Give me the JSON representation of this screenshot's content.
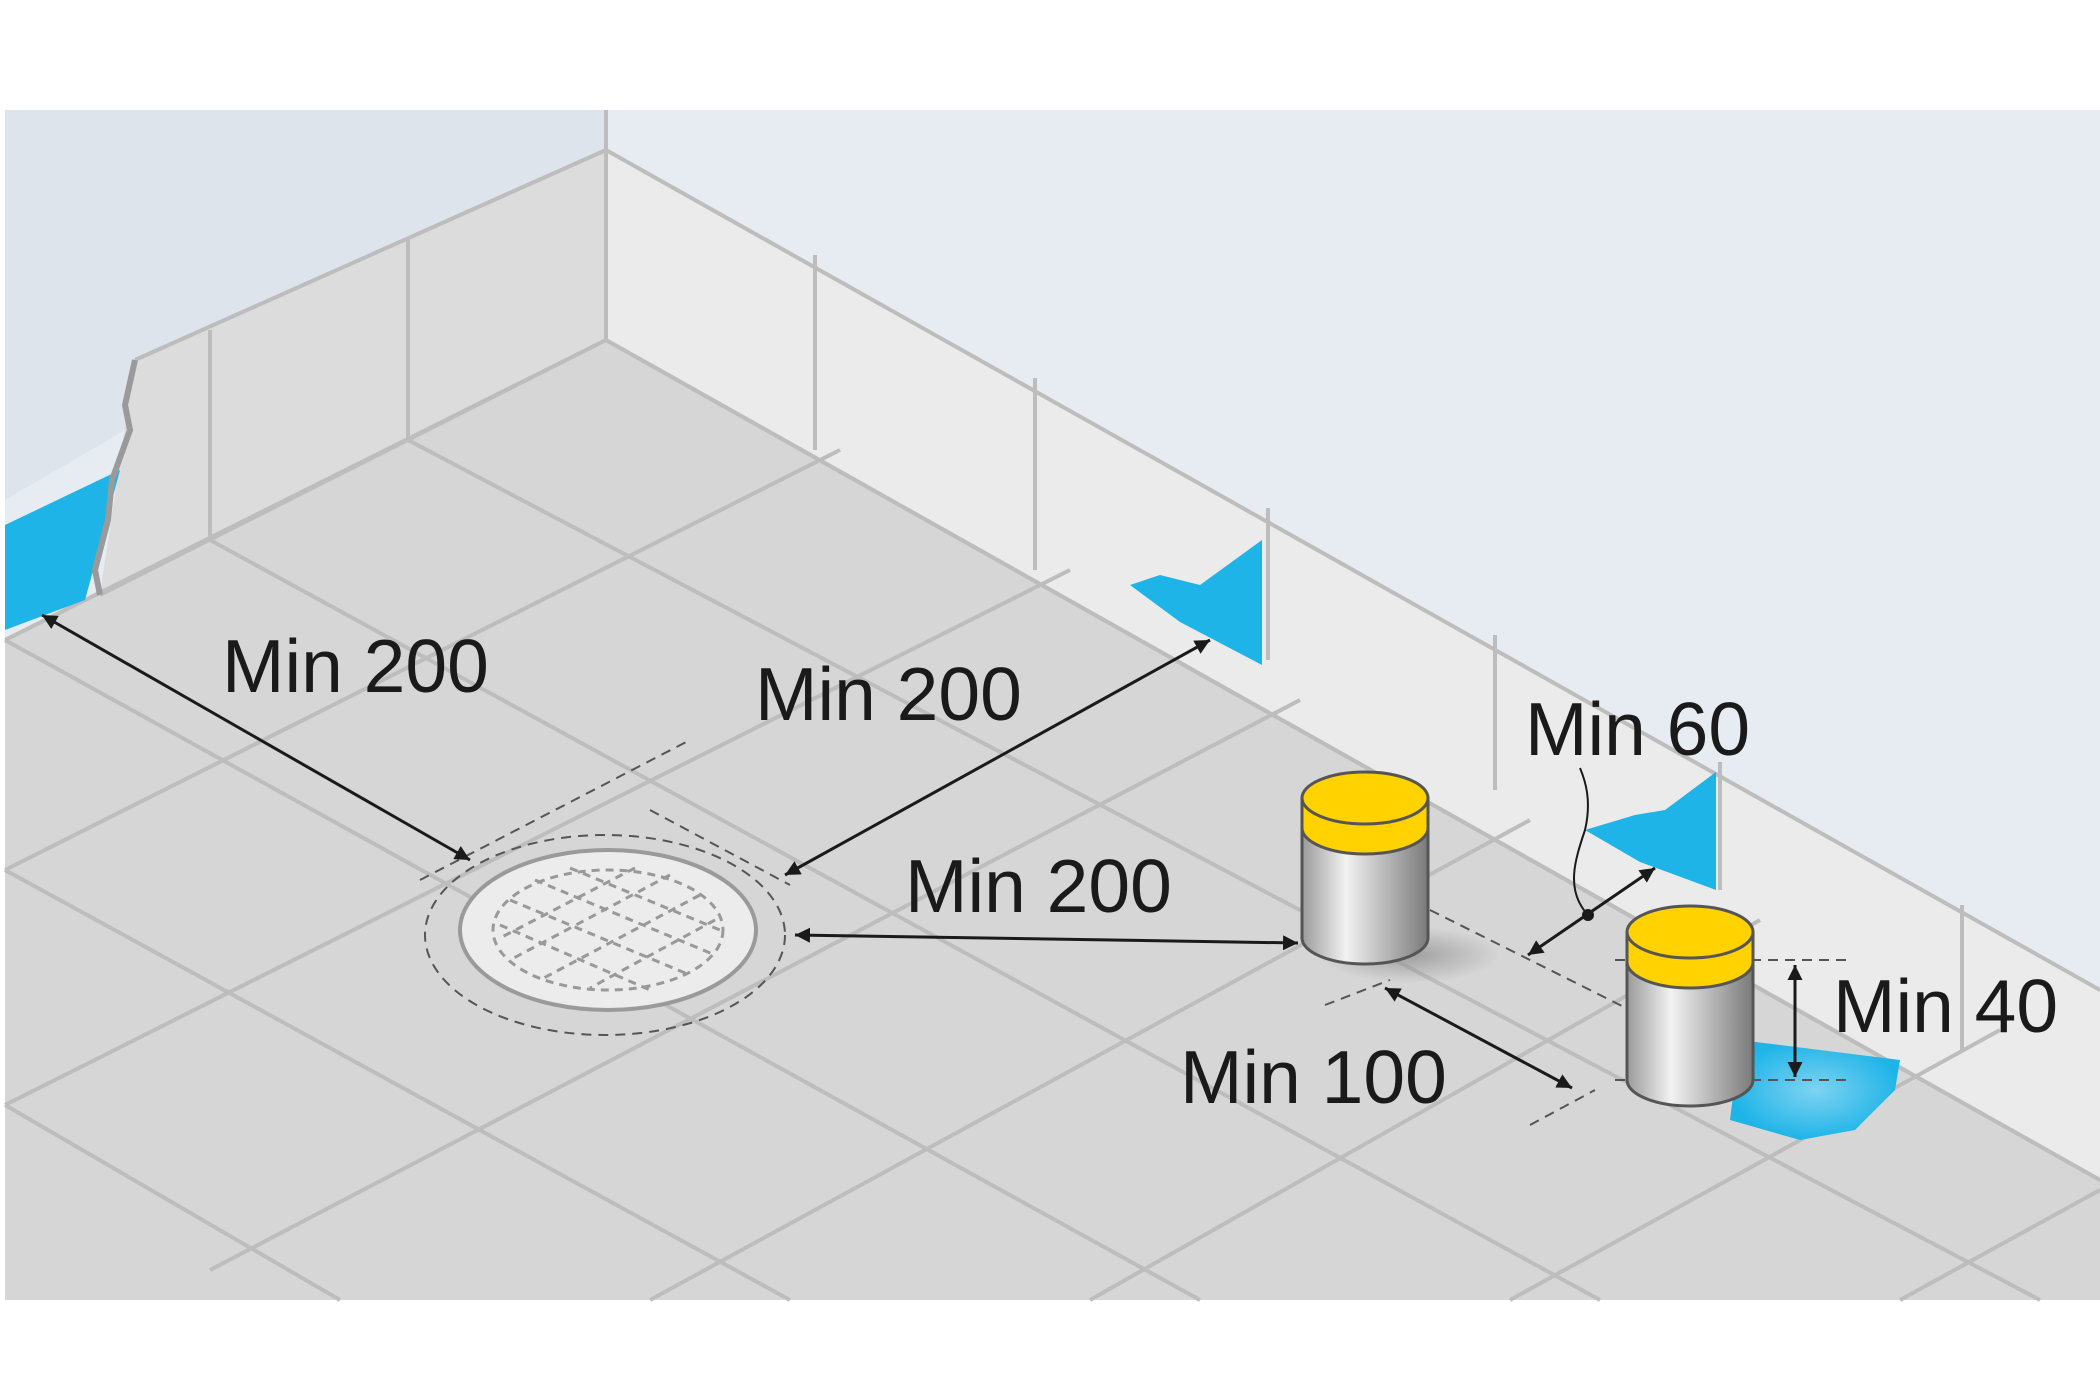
{
  "labels": {
    "drain_to_left_wall": "Min 200",
    "drain_to_back_wall": "Min 200",
    "drain_to_pipe": "Min 200",
    "pipe_to_pipe": "Min 100",
    "pipe_to_wall": "Min 60",
    "pipe_height": "Min 40"
  },
  "colors": {
    "wall": "#e6ecf2",
    "tile_wall": "#ebebeb",
    "floor": "#d6d6d6",
    "membrane": "#1eb4e8",
    "pipe_cap": "#ffd200"
  }
}
